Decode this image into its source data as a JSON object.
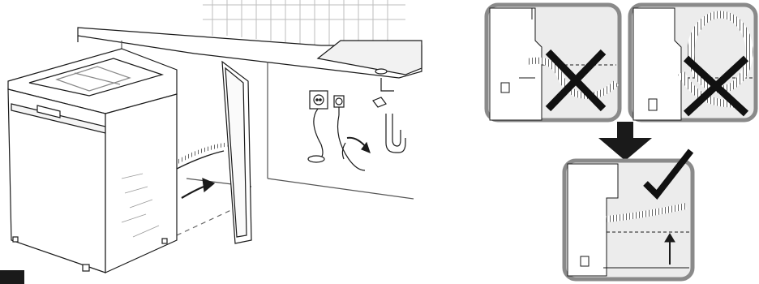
{
  "figure": {
    "left_scene": {
      "appliance": "dishwasher",
      "cabinet_door": "open",
      "items": [
        "water-inlet-hose",
        "drain-hose",
        "power-socket",
        "water-tap",
        "sink",
        "siphon",
        "insert-arrow"
      ]
    },
    "right_panels": [
      {
        "id": "panel-wrong-1",
        "verdict": "incorrect",
        "mark": "cross"
      },
      {
        "id": "panel-wrong-2",
        "verdict": "incorrect",
        "mark": "cross"
      },
      {
        "id": "panel-correct",
        "verdict": "correct",
        "mark": "checkmark"
      }
    ],
    "transition_arrow": "down-arrow",
    "colors": {
      "line": "#1a1a1a",
      "panel_fill": "#ececec",
      "panel_border": "#8a8a8a",
      "mark": "#111111",
      "page": "#ffffff"
    }
  }
}
